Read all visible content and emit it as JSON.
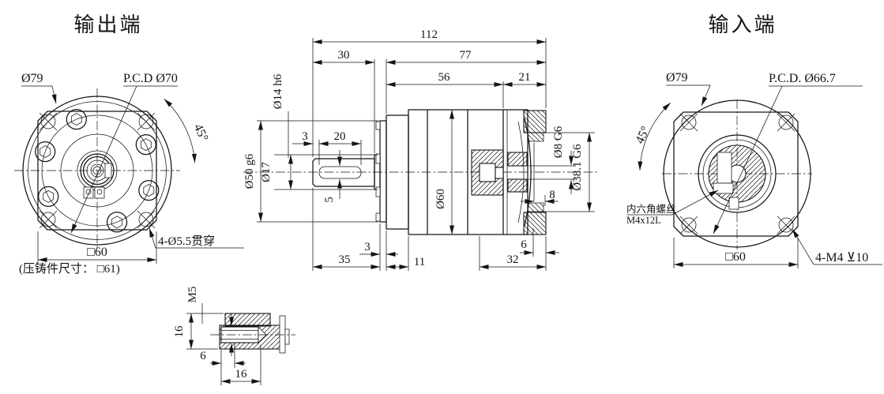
{
  "output_view": {
    "title": "输出端",
    "dia_label": "Ø79",
    "pcd_label": "P.C.D Ø70",
    "angle_label": "45°",
    "holes_label": "4-Ø5.5贯穿",
    "square_dim": "□60",
    "casting_note": "(压铸件尺寸： □61)"
  },
  "section_view": {
    "d112": "112",
    "d30": "30",
    "d77": "77",
    "d56": "56",
    "d21": "21",
    "shaft_dia": "Ø14 h6",
    "pilot_dia": "Ø50 g6",
    "collar_dia": "Ø17",
    "key_offset": "3",
    "key_length": "20",
    "key_width": "5",
    "body_dia": "Ø60",
    "bore_dia": "Ø8 G6",
    "register_dia": "Ø38.1 G6",
    "register_depth": "8",
    "d35": "35",
    "plate_t": "3",
    "d11": "11",
    "d32": "32",
    "d6": "6"
  },
  "input_view": {
    "title": "输入端",
    "dia_label": "Ø79",
    "pcd_label": "P.C.D. Ø66.7",
    "angle_label": "45°",
    "screw_note_1": "内六角螺丝",
    "screw_note_2": "M4x12L",
    "square_dim": "□60",
    "tap_label": "4-M4 ⊻10"
  },
  "detail_view": {
    "thread_label": "M5",
    "height_16": "16",
    "depth_6": "6",
    "depth_16": "16"
  }
}
